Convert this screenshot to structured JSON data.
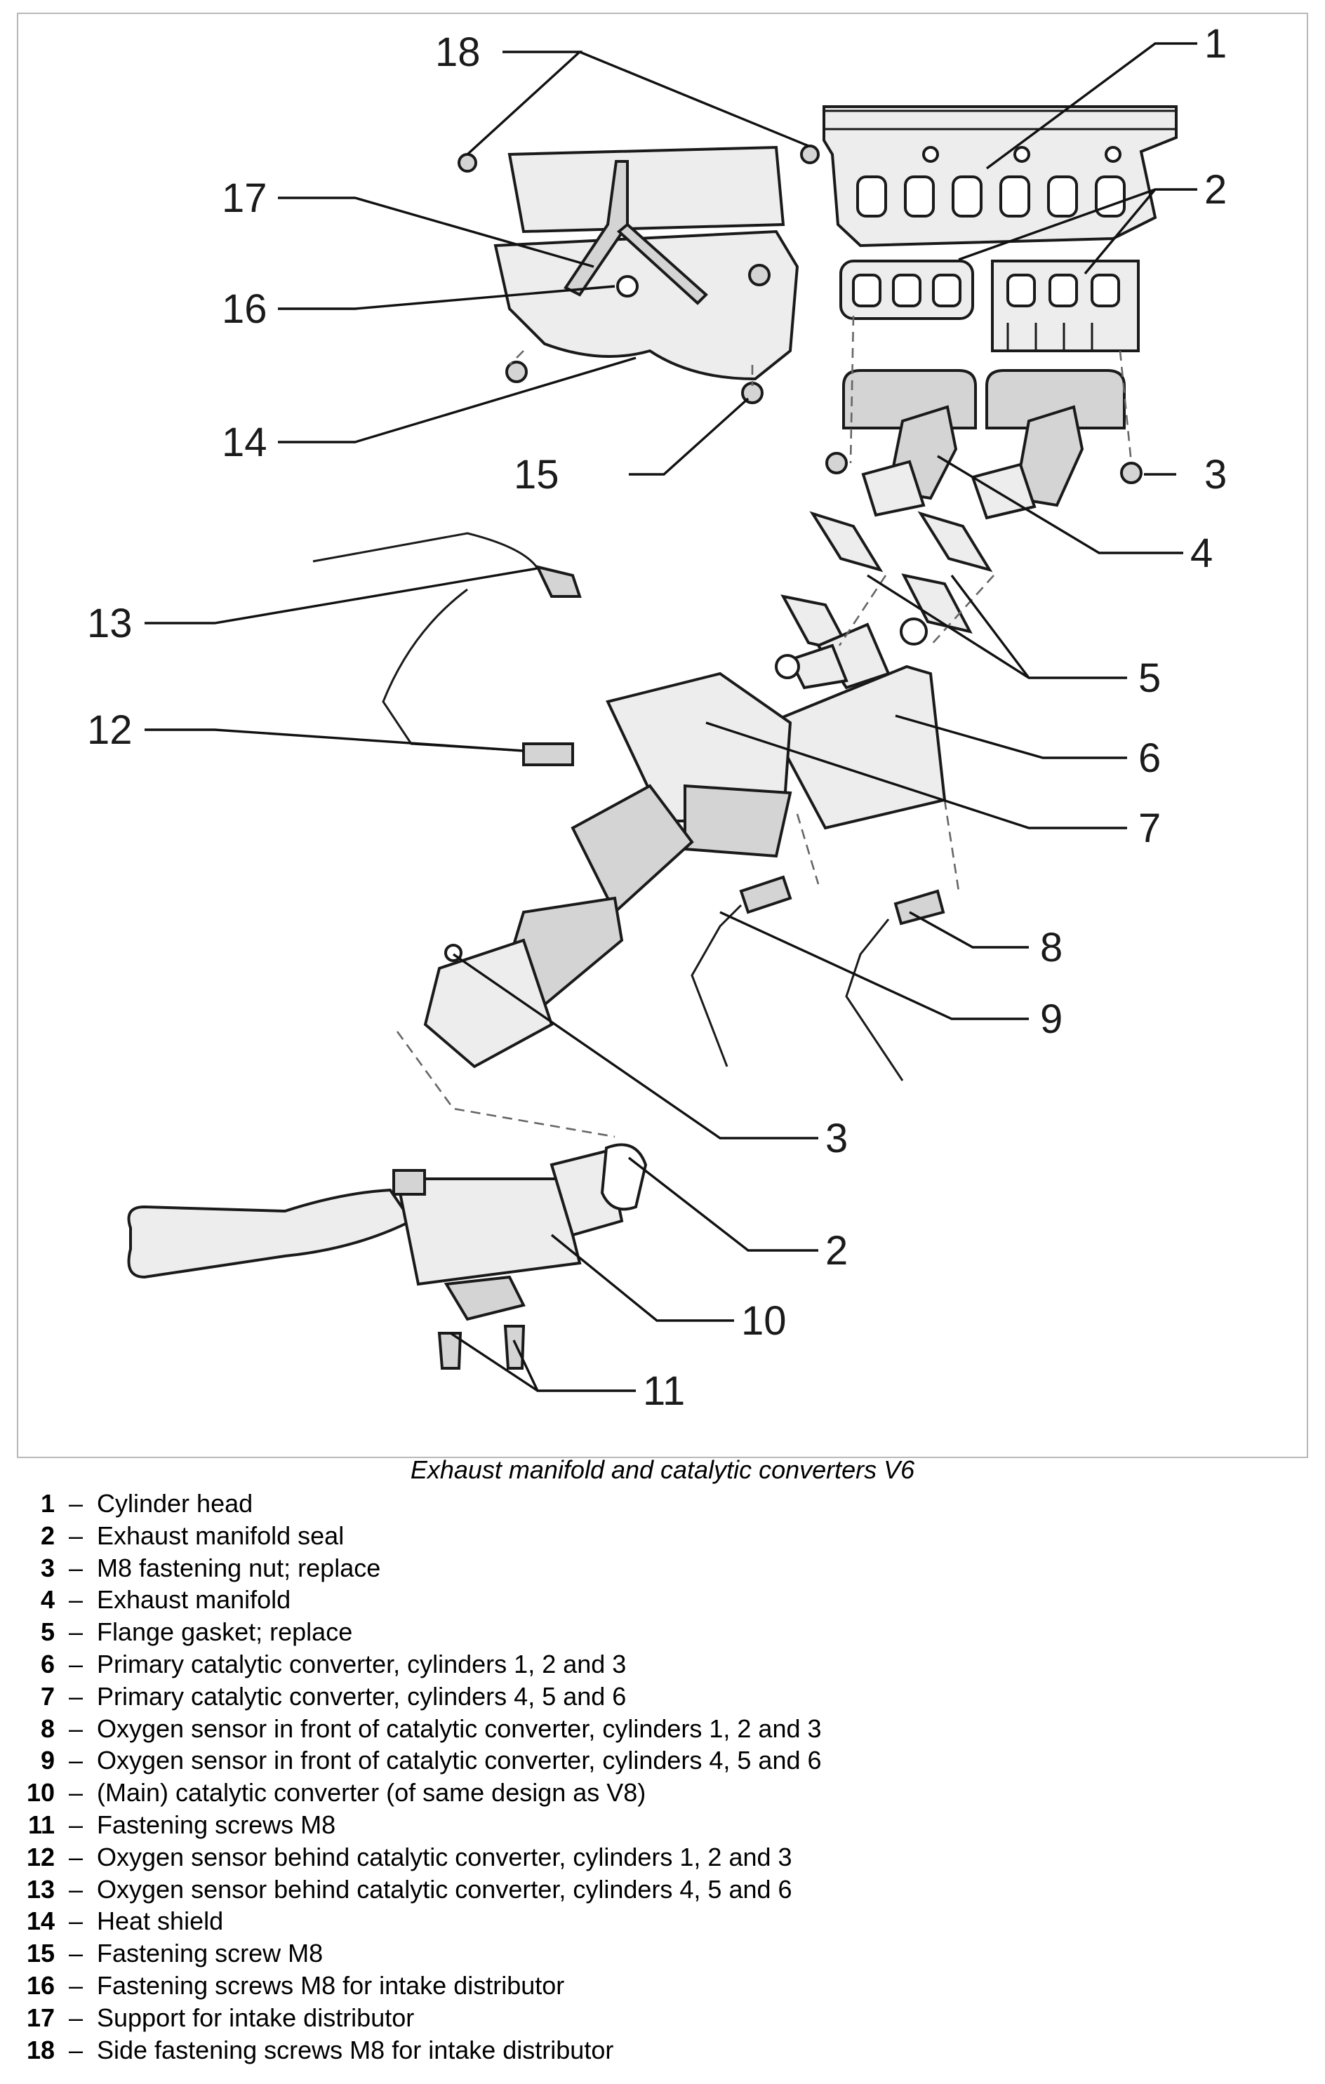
{
  "figure": {
    "caption": "Exhaust manifold and catalytic converters V6",
    "callouts": [
      "18",
      "1",
      "17",
      "2",
      "16",
      "14",
      "15",
      "3",
      "13",
      "4",
      "5",
      "12",
      "6",
      "7",
      "8",
      "9",
      "3",
      "2",
      "10",
      "11"
    ]
  },
  "legend": [
    {
      "num": "1",
      "sep": "–",
      "text": "Cylinder head"
    },
    {
      "num": "2",
      "sep": "–",
      "text": "Exhaust manifold seal"
    },
    {
      "num": "3",
      "sep": "–",
      "text": "M8 fastening nut; replace"
    },
    {
      "num": "4",
      "sep": "–",
      "text": "Exhaust manifold"
    },
    {
      "num": "5",
      "sep": "–",
      "text": "Flange gasket; replace"
    },
    {
      "num": "6",
      "sep": "–",
      "text": "Primary catalytic converter, cylinders 1, 2 and 3"
    },
    {
      "num": "7",
      "sep": "–",
      "text": "Primary catalytic converter, cylinders 4, 5 and 6"
    },
    {
      "num": "8",
      "sep": "–",
      "text": "Oxygen sensor in front of catalytic converter, cylinders 1, 2 and 3"
    },
    {
      "num": "9",
      "sep": "–",
      "text": "Oxygen sensor in front of catalytic converter, cylinders 4, 5 and 6"
    },
    {
      "num": "10",
      "sep": "–",
      "text": "(Main) catalytic converter (of same design as V8)"
    },
    {
      "num": "11",
      "sep": "–",
      "text": "Fastening screws M8"
    },
    {
      "num": "12",
      "sep": "–",
      "text": "Oxygen sensor behind catalytic converter, cylinders 1, 2 and 3"
    },
    {
      "num": "13",
      "sep": "–",
      "text": "Oxygen sensor behind catalytic converter, cylinders 4, 5 and 6"
    },
    {
      "num": "14",
      "sep": "–",
      "text": "Heat shield"
    },
    {
      "num": "15",
      "sep": "–",
      "text": "Fastening screw M8"
    },
    {
      "num": "16",
      "sep": "–",
      "text": "Fastening screws M8 for intake distributor"
    },
    {
      "num": "17",
      "sep": "–",
      "text": "Support for intake distributor"
    },
    {
      "num": "18",
      "sep": "–",
      "text": "Side fastening screws M8 for intake distributor"
    }
  ]
}
